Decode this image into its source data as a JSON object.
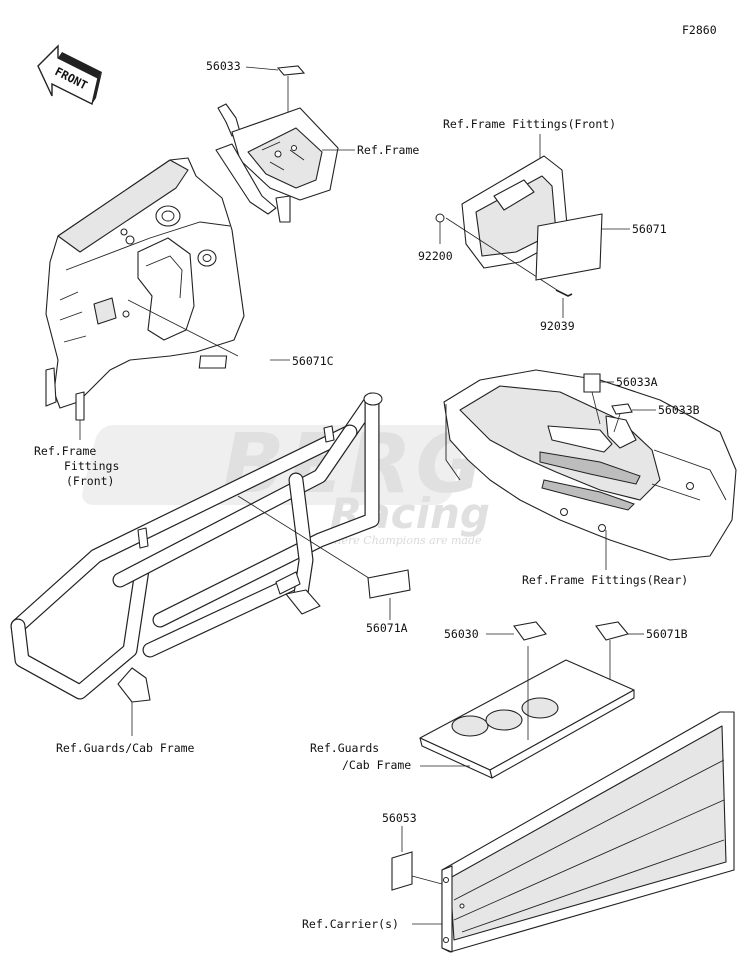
{
  "figure_code": "F2860",
  "front_arrow": "FRONT",
  "watermark": {
    "brand": "BERG",
    "sub": "Racing",
    "tagline": "where Champions are made"
  },
  "labels": {
    "p56033": "56033",
    "ref_frame": "Ref.Frame",
    "ref_frame_fittings_front_top": "Ref.Frame Fittings(Front)",
    "p56071": "56071",
    "p92200": "92200",
    "p92039": "92039",
    "p56071C": "56071C",
    "ref_ff_front_1": "Ref.Frame",
    "ref_ff_front_2": "Fittings",
    "ref_ff_front_3": "(Front)",
    "p56033A": "56033A",
    "p56033B": "56033B",
    "ref_frame_fittings_rear": "Ref.Frame Fittings(Rear)",
    "p56071A": "56071A",
    "p56030": "56030",
    "p56071B": "56071B",
    "ref_guards_cab_frame": "Ref.Guards/Cab Frame",
    "ref_guards_2_1": "Ref.Guards",
    "ref_guards_2_2": "/Cab Frame",
    "p56053": "56053",
    "ref_carriers": "Ref.Carrier(s)"
  }
}
